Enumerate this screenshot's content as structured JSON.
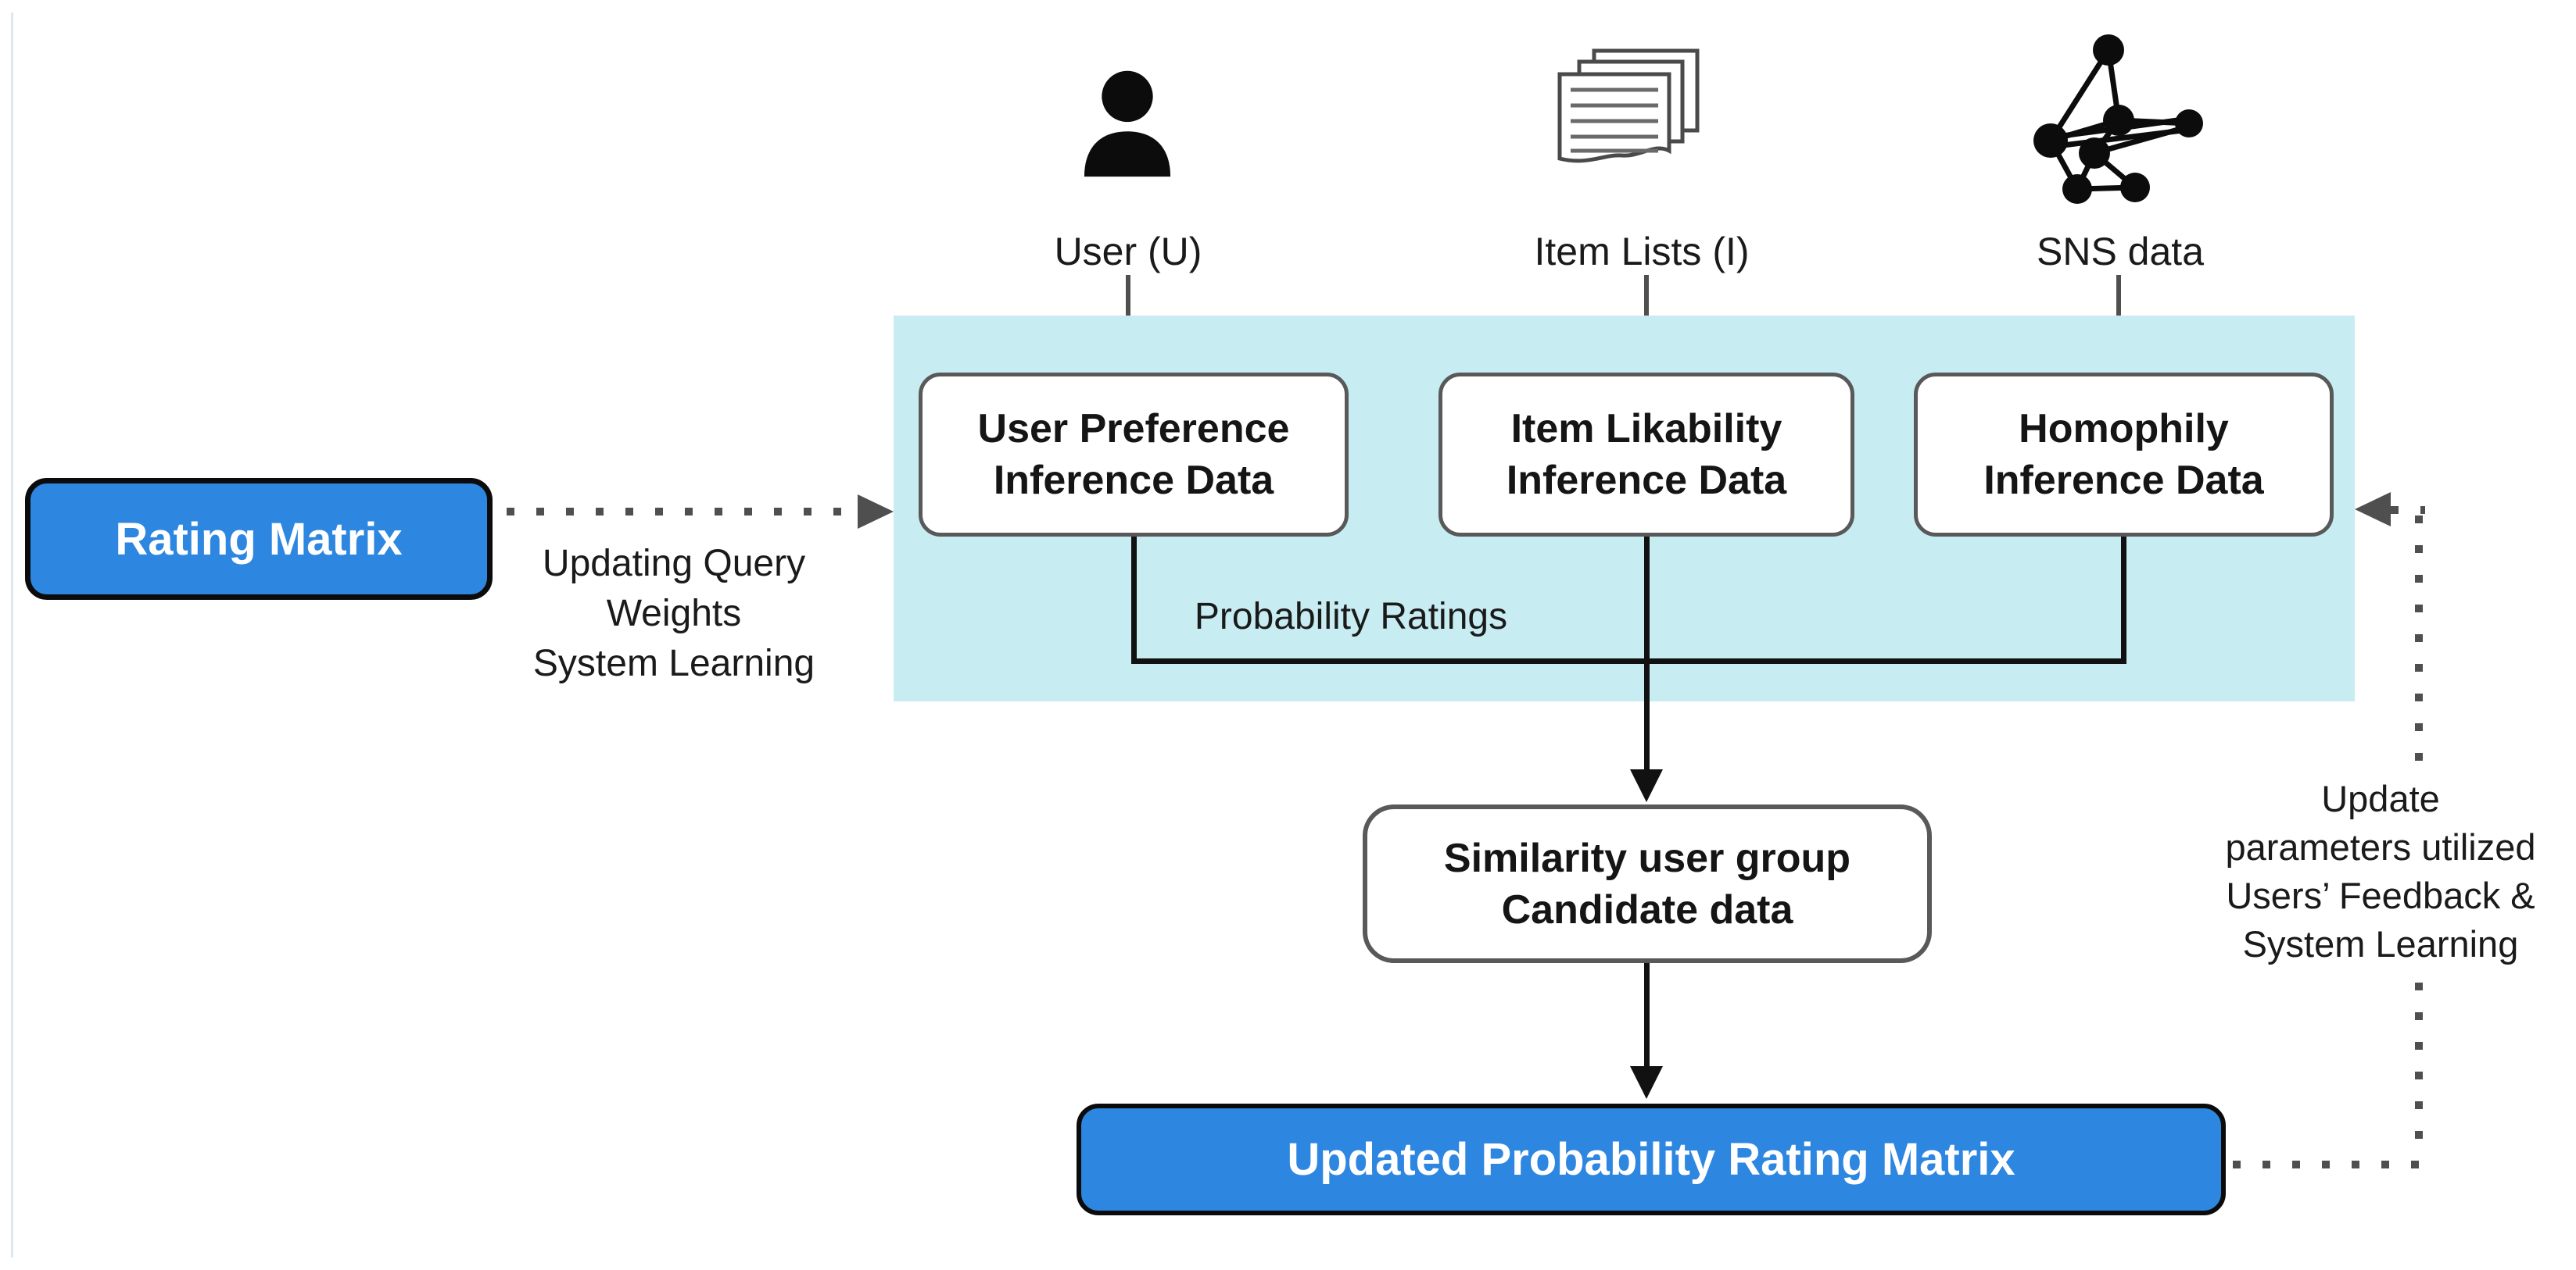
{
  "diagram": {
    "title_hint": "Probability rating recommendation system flow",
    "sources": [
      {
        "label": "User (U)",
        "icon": "person-icon"
      },
      {
        "label": "Item Lists (I)",
        "icon": "documents-icon"
      },
      {
        "label": "SNS data",
        "icon": "network-icon"
      }
    ],
    "band_boxes": [
      {
        "line1": "User Preference",
        "line2": "Inference Data"
      },
      {
        "line1": "Item Likability",
        "line2": "Inference Data"
      },
      {
        "line1": "Homophily",
        "line2": "Inference Data"
      }
    ],
    "rating_matrix": {
      "label": "Rating Matrix"
    },
    "left_note": {
      "line1": "Updating Query",
      "line2": "Weights",
      "line3": "System Learning"
    },
    "band_note": "Probability Ratings",
    "similarity_box": {
      "line1": "Similarity user group",
      "line2": "Candidate data"
    },
    "updated_matrix": {
      "label": "Updated Probability Rating Matrix"
    },
    "right_note": {
      "line1": "Update",
      "line2": "parameters utilized",
      "line3": "Users’ Feedback &",
      "line4": "System Learning"
    },
    "colors": {
      "band": "#c7ecf2",
      "accent_blue": "#2d86e0",
      "box_border": "#595959",
      "arrow_gray": "#4f4f4f",
      "line_black": "#111111"
    }
  }
}
